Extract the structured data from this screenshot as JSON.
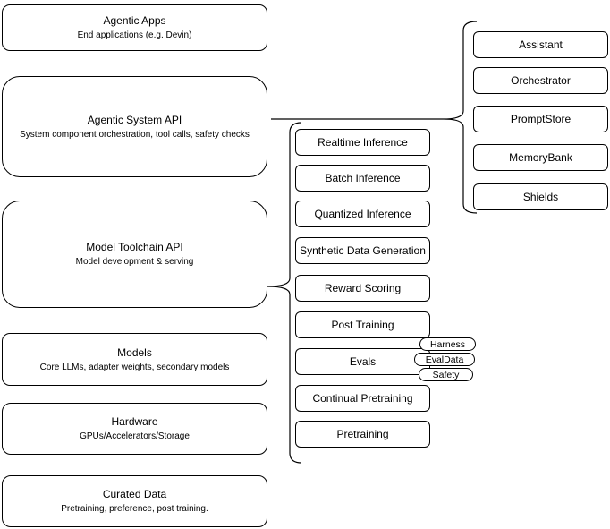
{
  "left_column": {
    "boxes": [
      {
        "title": "Agentic Apps",
        "subtitle": "End applications (e.g. Devin)"
      },
      {
        "title": "Agentic System API",
        "subtitle": "System component orchestration, tool calls, safety checks"
      },
      {
        "title": "Model Toolchain API",
        "subtitle": "Model development & serving"
      },
      {
        "title": "Models",
        "subtitle": "Core LLMs, adapter weights, secondary models"
      },
      {
        "title": "Hardware",
        "subtitle": "GPUs/Accelerators/Storage"
      },
      {
        "title": "Curated Data",
        "subtitle": "Pretraining, preference, post training."
      }
    ]
  },
  "toolchain_group": {
    "items": [
      {
        "label": "Realtime Inference"
      },
      {
        "label": "Batch Inference"
      },
      {
        "label": "Quantized Inference"
      },
      {
        "label": "Synthetic Data Generation"
      },
      {
        "label": "Reward Scoring"
      },
      {
        "label": "Post Training"
      },
      {
        "label": "Evals"
      },
      {
        "label": "Continual Pretraining"
      },
      {
        "label": "Pretraining"
      }
    ],
    "evals_tags": [
      {
        "label": "Harness"
      },
      {
        "label": "EvalData"
      },
      {
        "label": "Safety"
      }
    ]
  },
  "system_group": {
    "items": [
      {
        "label": "Assistant"
      },
      {
        "label": "Orchestrator"
      },
      {
        "label": "PromptStore"
      },
      {
        "label": "MemoryBank"
      },
      {
        "label": "Shields"
      }
    ]
  },
  "colors": {
    "stroke": "#000000",
    "background": "#ffffff",
    "text": "#000000"
  }
}
